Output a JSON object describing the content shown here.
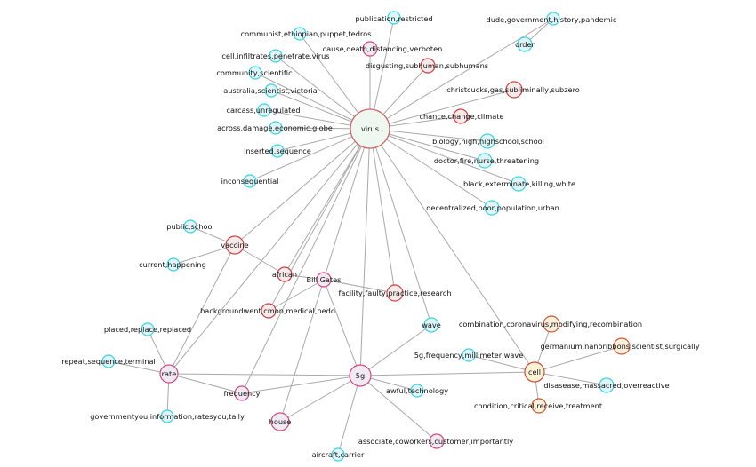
{
  "colors": {
    "edge": "#a9a9a9",
    "cyan_fill": "#dff6f8",
    "cyan_stroke": "#3fd2e2",
    "red_fill": "#f6eaea",
    "red_stroke": "#d04040",
    "pink_fill": "#f1eaf5",
    "pink_stroke": "#d04a7a",
    "hub_fill": "#eff7f1",
    "hub_stroke": "#c96464",
    "cell_fill": "#fdf4d6",
    "cell_stroke": "#d24a3c",
    "orange_fill": "#fcefdc",
    "orange_stroke": "#c85a30"
  },
  "nodes": [
    {
      "id": "virus",
      "label": "virus"
    },
    {
      "id": "n_publication",
      "label": "publication,restricted"
    },
    {
      "id": "n_dude",
      "label": "dude,government,history,pandemic"
    },
    {
      "id": "n_communist",
      "label": "communist,ethiopian,puppet,tedros"
    },
    {
      "id": "n_cause",
      "label": "cause,death,distancing,verboten"
    },
    {
      "id": "n_order",
      "label": "order"
    },
    {
      "id": "n_cell_infil",
      "label": "cell,infiltrates,penetrate,virus"
    },
    {
      "id": "n_disgusting",
      "label": "disgusting,subhuman,subhumans"
    },
    {
      "id": "n_community",
      "label": "community,scientific"
    },
    {
      "id": "n_christcucks",
      "label": "christcucks,gas,subliminally,subzero"
    },
    {
      "id": "n_australia",
      "label": "australia,scientist,victoria"
    },
    {
      "id": "n_carcass",
      "label": "carcass,unregulated"
    },
    {
      "id": "n_chance",
      "label": "chance,change,climate"
    },
    {
      "id": "n_across",
      "label": "across,damage,economic,globe"
    },
    {
      "id": "n_biology",
      "label": "biology,high,highschool,school"
    },
    {
      "id": "n_inserted",
      "label": "inserted,sequence"
    },
    {
      "id": "n_doctor",
      "label": "doctor,fire,nurse,threatening"
    },
    {
      "id": "n_inconsequential",
      "label": "inconsequential"
    },
    {
      "id": "n_black",
      "label": "black,exterminate,killing,white"
    },
    {
      "id": "n_decentralized",
      "label": "decentralized,poor,population,urban"
    },
    {
      "id": "n_public",
      "label": "public,school"
    },
    {
      "id": "vaccine",
      "label": "vaccine"
    },
    {
      "id": "n_current",
      "label": "current,happening"
    },
    {
      "id": "african",
      "label": "african"
    },
    {
      "id": "billgates",
      "label": "Bill Gates"
    },
    {
      "id": "n_facility",
      "label": "facility,faulty,practice,research"
    },
    {
      "id": "n_background",
      "label": "backgroundwent,cmon,medical,pedo"
    },
    {
      "id": "n_combination",
      "label": "combination,coronavirus,modifying,recombination"
    },
    {
      "id": "wave",
      "label": "wave"
    },
    {
      "id": "n_placed",
      "label": "placed,replace,replaced"
    },
    {
      "id": "n_germanium",
      "label": "germanium,nanoribbons,scientist,surgically"
    },
    {
      "id": "n_5gfreq",
      "label": "5g,frequency,millimeter,wave"
    },
    {
      "id": "n_repeat",
      "label": "repeat,sequence,terminal"
    },
    {
      "id": "rate",
      "label": "rate"
    },
    {
      "id": "g5",
      "label": "5g"
    },
    {
      "id": "cell",
      "label": "cell"
    },
    {
      "id": "n_disease",
      "label": "disasease,massacred,overreactive"
    },
    {
      "id": "frequency",
      "label": "frequency"
    },
    {
      "id": "n_awful",
      "label": "awful,technology"
    },
    {
      "id": "n_condition",
      "label": "condition,critical,receive,treatment"
    },
    {
      "id": "n_governmentyou",
      "label": "governmentyou,information,ratesyou,tally"
    },
    {
      "id": "house",
      "label": "house"
    },
    {
      "id": "n_associate",
      "label": "associate,coworkers,customer,importantly"
    },
    {
      "id": "n_aircraft",
      "label": "aircraft,carrier"
    }
  ],
  "edges": [
    [
      "virus",
      "n_publication"
    ],
    [
      "virus",
      "n_dude"
    ],
    [
      "virus",
      "n_communist"
    ],
    [
      "virus",
      "n_cause"
    ],
    [
      "virus",
      "n_cell_infil"
    ],
    [
      "virus",
      "n_disgusting"
    ],
    [
      "virus",
      "n_community"
    ],
    [
      "virus",
      "n_christcucks"
    ],
    [
      "virus",
      "n_australia"
    ],
    [
      "virus",
      "n_carcass"
    ],
    [
      "virus",
      "n_chance"
    ],
    [
      "virus",
      "n_across"
    ],
    [
      "virus",
      "n_biology"
    ],
    [
      "virus",
      "n_inserted"
    ],
    [
      "virus",
      "n_doctor"
    ],
    [
      "virus",
      "n_inconsequential"
    ],
    [
      "virus",
      "n_black"
    ],
    [
      "virus",
      "n_decentralized"
    ],
    [
      "virus",
      "vaccine"
    ],
    [
      "virus",
      "african"
    ],
    [
      "virus",
      "billgates"
    ],
    [
      "virus",
      "n_facility"
    ],
    [
      "virus",
      "n_background"
    ],
    [
      "virus",
      "wave"
    ],
    [
      "virus",
      "rate"
    ],
    [
      "virus",
      "g5"
    ],
    [
      "virus",
      "cell"
    ],
    [
      "virus",
      "frequency"
    ],
    [
      "vaccine",
      "n_public"
    ],
    [
      "vaccine",
      "n_current"
    ],
    [
      "vaccine",
      "african"
    ],
    [
      "vaccine",
      "rate"
    ],
    [
      "african",
      "billgates"
    ],
    [
      "billgates",
      "n_facility"
    ],
    [
      "billgates",
      "n_background"
    ],
    [
      "billgates",
      "g5"
    ],
    [
      "billgates",
      "house"
    ],
    [
      "rate",
      "n_placed"
    ],
    [
      "rate",
      "n_repeat"
    ],
    [
      "rate",
      "n_governmentyou"
    ],
    [
      "rate",
      "frequency"
    ],
    [
      "rate",
      "g5"
    ],
    [
      "g5",
      "wave"
    ],
    [
      "g5",
      "frequency"
    ],
    [
      "g5",
      "house"
    ],
    [
      "g5",
      "cell"
    ],
    [
      "g5",
      "n_awful"
    ],
    [
      "g5",
      "n_associate"
    ],
    [
      "g5",
      "n_aircraft"
    ],
    [
      "cell",
      "n_combination"
    ],
    [
      "cell",
      "n_germanium"
    ],
    [
      "cell",
      "n_5gfreq"
    ],
    [
      "cell",
      "n_disease"
    ],
    [
      "cell",
      "n_condition"
    ]
  ]
}
